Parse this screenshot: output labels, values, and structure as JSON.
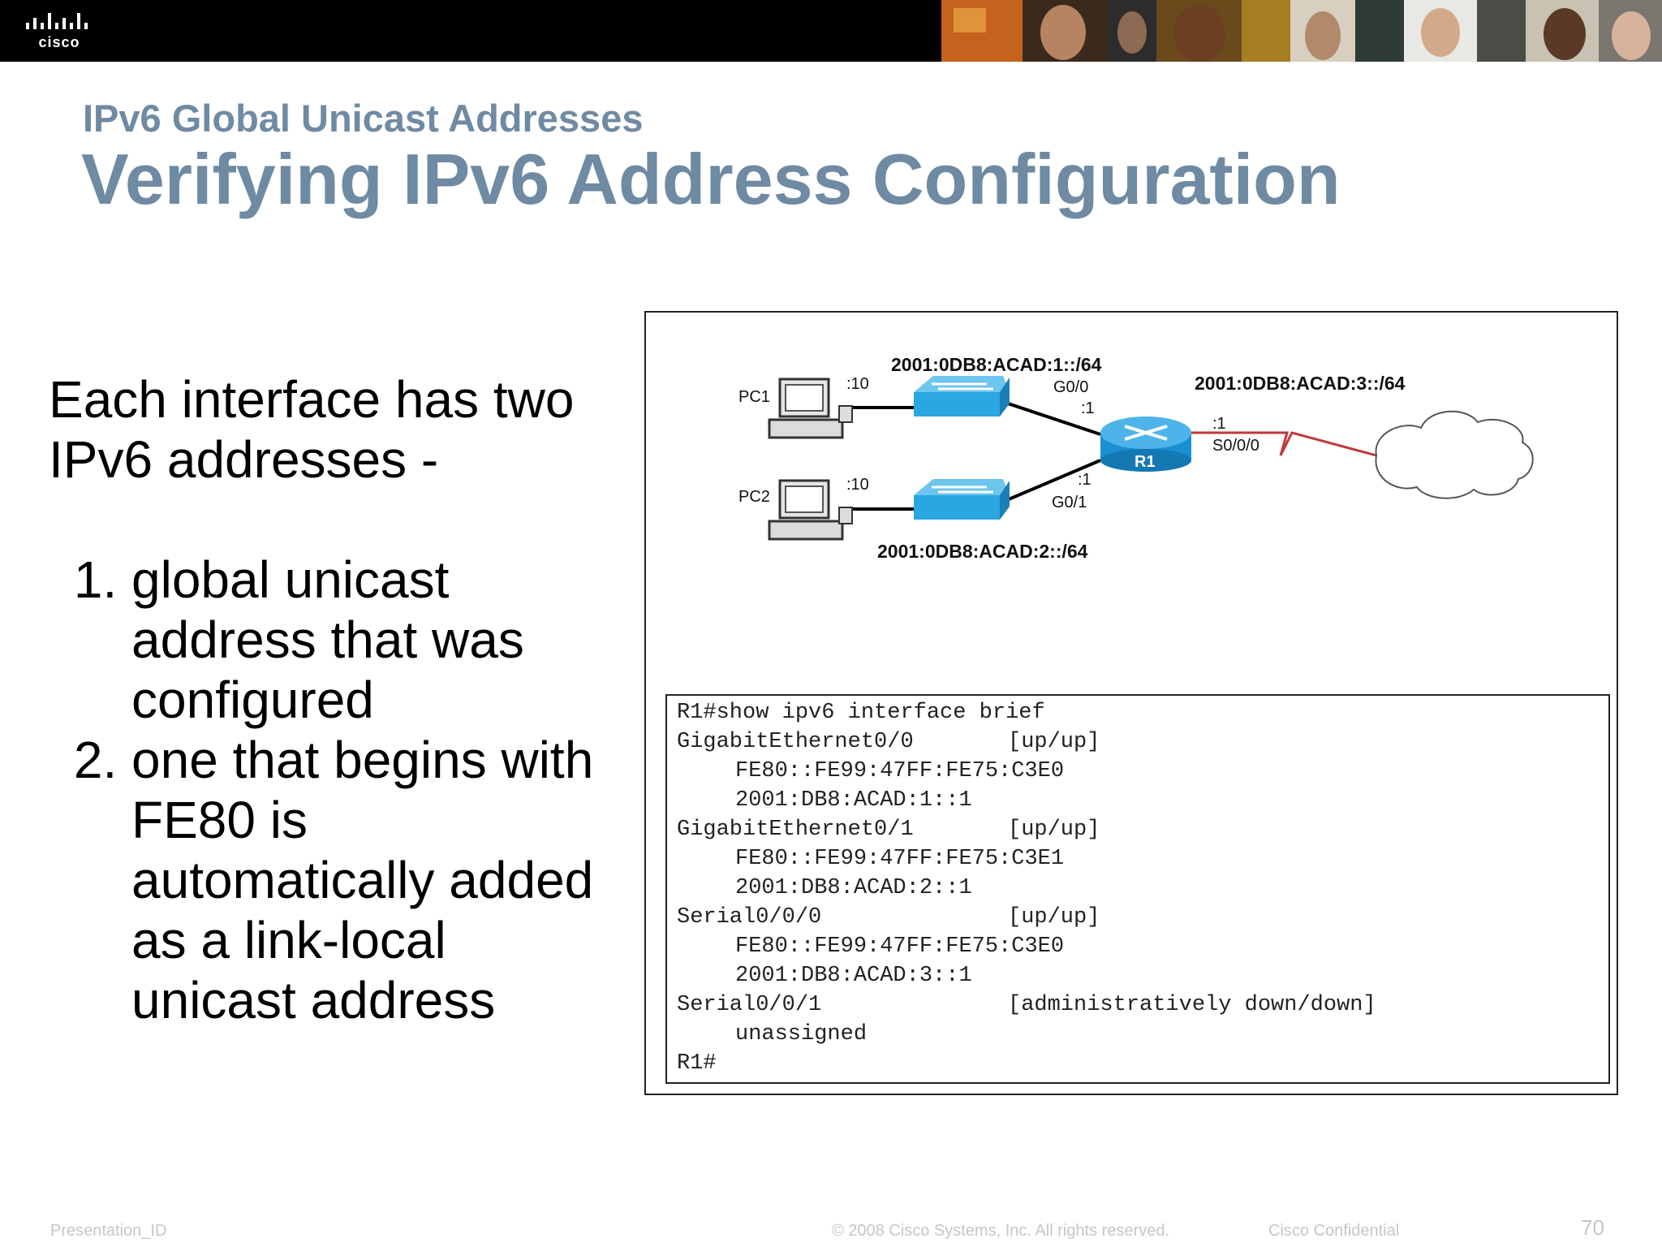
{
  "header": {
    "logo_text": "cisco",
    "brand_color": "#000000"
  },
  "slide": {
    "subtitle": "IPv6 Global Unicast Addresses",
    "title": "Verifying IPv6 Address Configuration",
    "title_color": "#6f8aa3",
    "intro": "Each interface has two IPv6 addresses -",
    "list": [
      "global unicast address that was configured",
      "one that begins with FE80 is automatically added as a link-local unicast address"
    ]
  },
  "topology": {
    "networks": {
      "lan1": "2001:0DB8:ACAD:1::/64",
      "lan2": "2001:0DB8:ACAD:2::/64",
      "wan": "2001:0DB8:ACAD:3::/64"
    },
    "pc1": {
      "label": "PC1",
      "host_id": ":10"
    },
    "pc2": {
      "label": "PC2",
      "host_id": ":10"
    },
    "router": {
      "label": "R1",
      "g00": {
        "name": "G0/0",
        "host_id": ":1"
      },
      "g01": {
        "name": "G0/1",
        "host_id": ":1"
      },
      "s000": {
        "name": "S0/0/0",
        "host_id": ":1"
      }
    },
    "router_color": "#1a8fd1",
    "switch_color": "#2aa6e0",
    "serial_link_color": "#c0393b"
  },
  "cli": {
    "command": "R1#show ipv6 interface brief",
    "interfaces": [
      {
        "name": "GigabitEthernet0/0",
        "state": "[up/up]",
        "addresses": [
          "FE80::FE99:47FF:FE75:C3E0",
          "2001:DB8:ACAD:1::1"
        ]
      },
      {
        "name": "GigabitEthernet0/1",
        "state": "[up/up]",
        "addresses": [
          "FE80::FE99:47FF:FE75:C3E1",
          "2001:DB8:ACAD:2::1"
        ]
      },
      {
        "name": "Serial0/0/0",
        "state": "[up/up]",
        "addresses": [
          "FE80::FE99:47FF:FE75:C3E0",
          "2001:DB8:ACAD:3::1"
        ]
      },
      {
        "name": "Serial0/0/1",
        "state": "[administratively down/down]",
        "addresses": [
          "unassigned"
        ]
      }
    ],
    "prompt": "R1#"
  },
  "footer": {
    "presentation_id": "Presentation_ID",
    "copyright": "© 2008 Cisco Systems, Inc. All rights reserved.",
    "confidential": "Cisco Confidential",
    "page_number": "70"
  }
}
